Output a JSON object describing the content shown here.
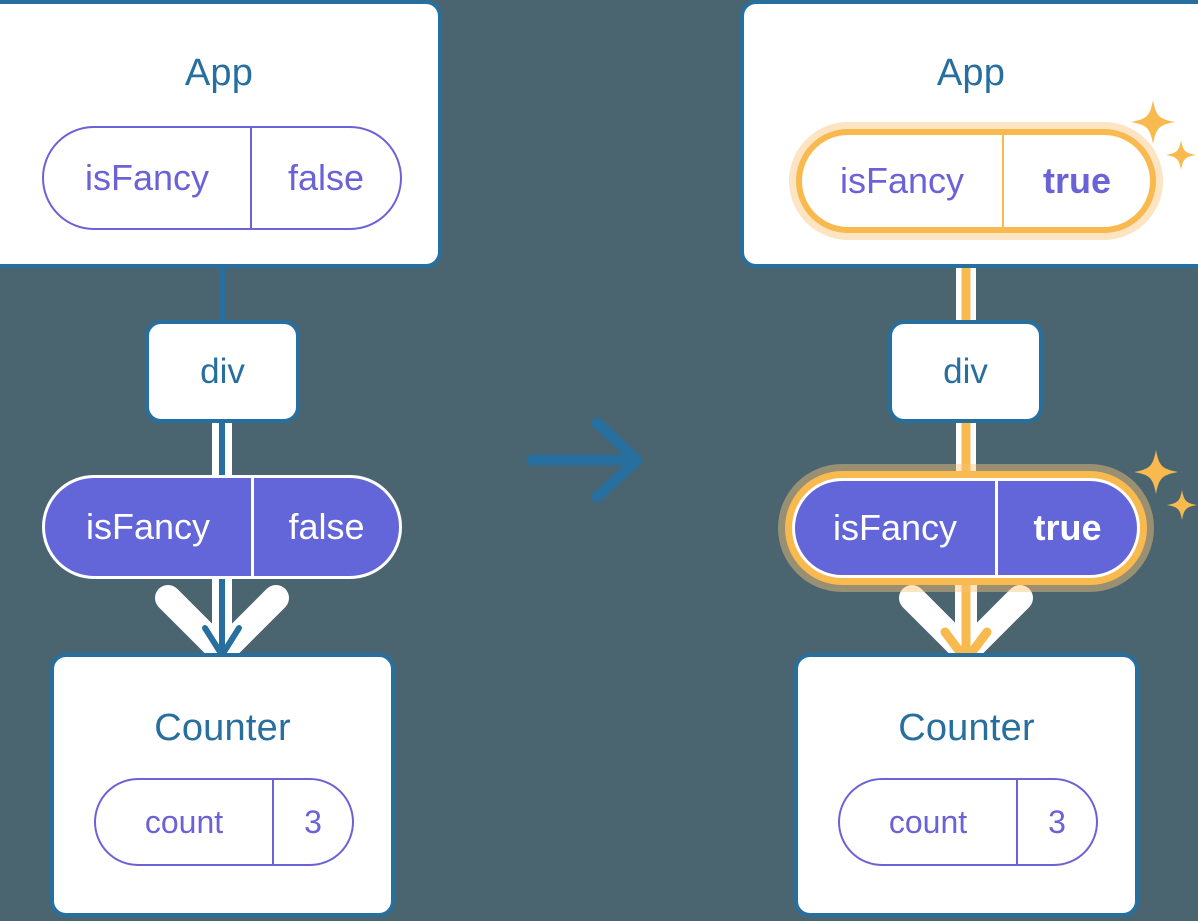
{
  "meta": {
    "background_color": "#4a6570",
    "blue": "#276f9e",
    "purple": "#6366d8",
    "purple_text": "#6b62d8",
    "orange": "#f8b94f",
    "orange_glow": "rgba(250,196,120,0.45)",
    "white": "#ffffff"
  },
  "left": {
    "app_box": {
      "title": "App"
    },
    "app_state_pill": {
      "key": "isFancy",
      "value": "false"
    },
    "div_box": {
      "label": "div"
    },
    "props_pill": {
      "key": "isFancy",
      "value": "false"
    },
    "counter_box": {
      "title": "Counter"
    },
    "counter_state_pill": {
      "key": "count",
      "value": "3"
    }
  },
  "transition": {
    "icon": "arrow-right-icon"
  },
  "right": {
    "app_box": {
      "title": "App"
    },
    "app_state_pill": {
      "key": "isFancy",
      "value": "true"
    },
    "div_box": {
      "label": "div"
    },
    "props_pill": {
      "key": "isFancy",
      "value": "true"
    },
    "counter_box": {
      "title": "Counter"
    },
    "counter_state_pill": {
      "key": "count",
      "value": "3"
    },
    "sparkle_top": {
      "icon": "sparkle-icon"
    },
    "sparkle_middle": {
      "icon": "sparkle-icon"
    }
  }
}
